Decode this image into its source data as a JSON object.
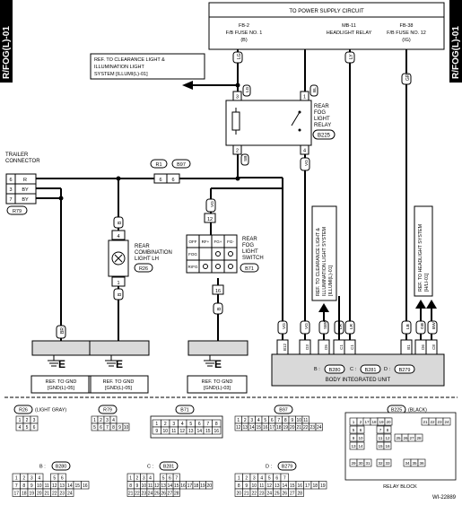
{
  "page_tab": "R/FOG(L)-01",
  "figure_id": "WI-22889",
  "power": {
    "title": "TO POWER SUPPLY CIRCUIT",
    "fuse1": [
      "FB-2",
      "F/B FUSE NO. 1",
      "(B)"
    ],
    "relay": [
      "MB-11",
      "HEADLIGHT RELAY"
    ],
    "fuse2": [
      "FB-38",
      "F/B FUSE NO. 12",
      "(IG)"
    ]
  },
  "ref_clear_top": [
    "REF. TO CLEARANCE LIGHT &",
    "ILLUMINATION LIGHT",
    "SYSTEM [ILLUMI(L)-01]"
  ],
  "relay_block": {
    "label": [
      "REAR",
      "FOG",
      "LIGHT",
      "RELAY"
    ],
    "id": "B225"
  },
  "wire_codes": {
    "lg": "LG",
    "ly": "LY",
    "gr": "GR",
    "lg2": "LG",
    "bl": "BL",
    "sb": "SB",
    "vg": "VG",
    "vg2": "VG",
    "sbw": "SBW",
    "lr": "LR",
    "lr2": "LR",
    "br": "BR",
    "lb": "LB",
    "gb": "GB",
    "bw": "BW",
    "bk": "BK",
    "sb_b": "SB",
    "b1": "B",
    "b2": "B",
    "b3": "B"
  },
  "relay_pins": {
    "t1": "3",
    "t2": "1",
    "b1": "2",
    "b2": "4"
  },
  "trailer": {
    "label": [
      "TRAILER",
      "CONNECTOR"
    ],
    "id": "R79",
    "pins": [
      {
        "n": "6",
        "c": "R"
      },
      {
        "n": "3",
        "c": "BY"
      },
      {
        "n": "7",
        "c": "BY"
      }
    ]
  },
  "inline": {
    "r1": "R1",
    "b97": "B97",
    "p1": "6",
    "p2": "6"
  },
  "comb_light": {
    "label": [
      "REAR",
      "COMBINATION",
      "LIGHT LH"
    ],
    "id": "R26",
    "pin1": "4",
    "pin2": "1"
  },
  "fog_switch": {
    "label": [
      "REAR",
      "FOG",
      "LIGHT",
      "SWITCH"
    ],
    "id": "B71",
    "cols": [
      "RF+",
      "FG+",
      "FG-"
    ],
    "rows": [
      "OFF",
      "FOG",
      "RrFG"
    ],
    "pin_top": "12",
    "pin_bot": "16"
  },
  "ref_clear_side": [
    "REF. TO CLEARANCE LIGHT &",
    "ILLUMINATION LIGHT SYSTEM",
    "[ILLUMI(L)-01]"
  ],
  "ref_head": [
    "REF. TO HEADLIGHT SYSTEM",
    "[H/LI-01]"
  ],
  "biu": {
    "title": "BODY INTEGRATED UNIT",
    "pins": [
      "B12",
      "D3",
      "D5",
      "C1",
      "C1",
      "B1",
      "D6",
      "C8",
      "D8"
    ],
    "conn_prefixes": [
      "B :",
      "C :",
      "D :"
    ],
    "conn_ids": [
      "B280",
      "B281",
      "B279"
    ]
  },
  "grounds": [
    {
      "e": "E",
      "ref": [
        "REF. TO GND",
        "[GND(L)-05]"
      ]
    },
    {
      "e": "E",
      "ref": [
        "REF. TO GND",
        "[GND(L)-05]"
      ]
    },
    {
      "e": "E",
      "ref": [
        "REF. TO GND",
        "[GND(L)-03]"
      ]
    }
  ],
  "connectors": {
    "r26": {
      "id": "R26",
      "note": "(LIGHT GRAY)",
      "rows": [
        [
          "1",
          "2",
          "3"
        ],
        [
          "4",
          "5",
          "6"
        ]
      ]
    },
    "r79": {
      "id": "R79",
      "rows": [
        [
          "1",
          "2",
          "3",
          "4"
        ],
        [
          "5",
          "6",
          "7",
          "8",
          "9",
          "10"
        ]
      ]
    },
    "b71": {
      "id": "B71",
      "rows": [
        [
          "1",
          "2",
          "3",
          "4",
          "5",
          "6",
          "7",
          "8"
        ],
        [
          "9",
          "10",
          "11",
          "12",
          "13",
          "14",
          "15",
          "16"
        ]
      ]
    },
    "b97": {
      "id": "B97",
      "rows": [
        [
          "1",
          "2",
          "3",
          "4",
          "5",
          "6",
          "7",
          "8",
          "9",
          "10",
          "11"
        ],
        [
          "12",
          "13",
          "14",
          "15",
          "16",
          "17",
          "18",
          "19",
          "20",
          "21",
          "22",
          "23",
          "24"
        ]
      ]
    },
    "b225": {
      "id": "B225",
      "note": "(BLACK)",
      "footer": "RELAY BLOCK",
      "grid": [
        "1 2",
        "3 4",
        "5 6",
        "7 8",
        "9 10",
        "11 12",
        "13 14",
        "15 16",
        "17 18 19 20",
        "21 22 23 24",
        "25 26",
        "27 28",
        "29 30 31",
        "32 33",
        "34 35 36"
      ]
    },
    "b280": {
      "prefix": "B :",
      "id": "B280",
      "rows": [
        [
          "1",
          "2",
          "3",
          "4",
          "",
          "5",
          "6"
        ],
        [
          "7",
          "8",
          "9",
          "10",
          "11",
          "12",
          "13",
          "14",
          "15",
          "16"
        ],
        [
          "17",
          "18",
          "19",
          "20",
          "21",
          "22",
          "23",
          "24"
        ]
      ]
    },
    "b281": {
      "prefix": "C :",
      "id": "B281",
      "rows": [
        [
          "1",
          "2",
          "3",
          "4",
          "",
          "5",
          "6",
          "7"
        ],
        [
          "8",
          "9",
          "10",
          "11",
          "12",
          "13",
          "14",
          "15",
          "16",
          "17",
          "18",
          "19",
          "20"
        ],
        [
          "21",
          "22",
          "23",
          "24",
          "25",
          "26",
          "27",
          "28"
        ]
      ]
    },
    "b279": {
      "prefix": "D :",
      "id": "B279",
      "rows": [
        [
          "1",
          "2",
          "3",
          "4",
          "5",
          "6",
          "7"
        ],
        [
          "8",
          "9",
          "10",
          "11",
          "12",
          "13",
          "14",
          "15",
          "16",
          "17",
          "18",
          "19"
        ],
        [
          "20",
          "21",
          "22",
          "23",
          "24",
          "25",
          "26",
          "27",
          "28"
        ]
      ]
    }
  }
}
